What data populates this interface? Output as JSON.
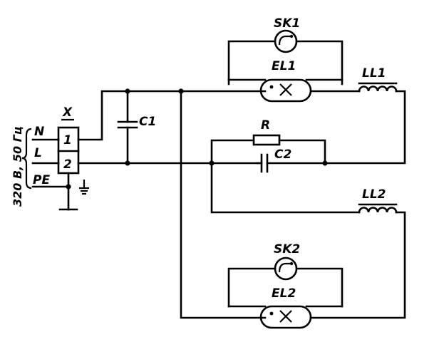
{
  "supply": {
    "voltage_label": "320 В, 50 Гц",
    "terminal_block": "X",
    "pin1": "1",
    "pin2": "2",
    "line_N": "N",
    "line_L": "L",
    "line_PE": "PE"
  },
  "components": {
    "c1": "C1",
    "c2": "C2",
    "r": "R",
    "sk1": "SK1",
    "sk2": "SK2",
    "el1": "EL1",
    "el2": "EL2",
    "ll1": "LL1",
    "ll2": "LL2"
  }
}
